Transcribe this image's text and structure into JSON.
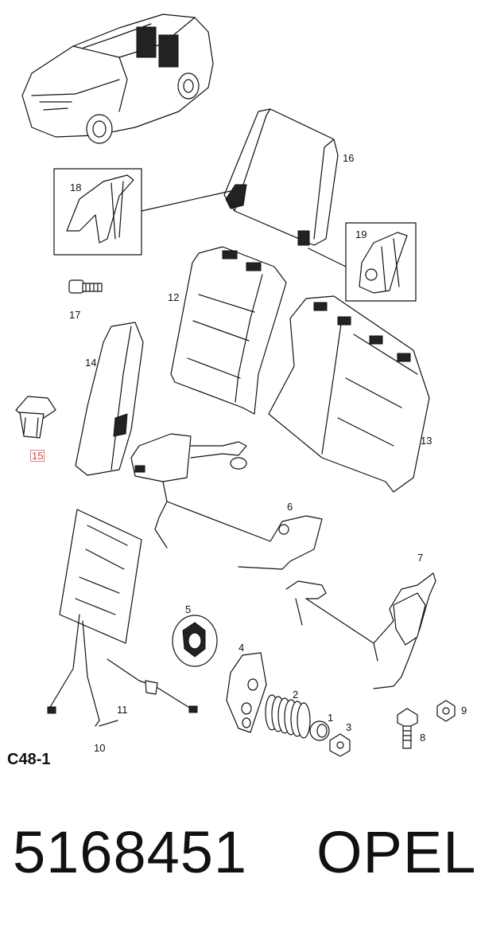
{
  "diagram": {
    "callouts": [
      {
        "id": "1",
        "label": "1"
      },
      {
        "id": "2",
        "label": "2"
      },
      {
        "id": "3",
        "label": "3"
      },
      {
        "id": "4",
        "label": "4"
      },
      {
        "id": "5",
        "label": "5"
      },
      {
        "id": "6",
        "label": "6"
      },
      {
        "id": "7",
        "label": "7"
      },
      {
        "id": "8",
        "label": "8"
      },
      {
        "id": "9",
        "label": "9"
      },
      {
        "id": "10",
        "label": "10"
      },
      {
        "id": "11",
        "label": "11"
      },
      {
        "id": "12",
        "label": "12"
      },
      {
        "id": "13",
        "label": "13"
      },
      {
        "id": "14",
        "label": "14"
      },
      {
        "id": "15",
        "label": "15",
        "highlighted": true
      },
      {
        "id": "16",
        "label": "16"
      },
      {
        "id": "17",
        "label": "17"
      },
      {
        "id": "18",
        "label": "18"
      },
      {
        "id": "19",
        "label": "19"
      }
    ],
    "reference_code": "C48-1",
    "highlight_color": "#d94040"
  },
  "footer": {
    "part_number": "5168451",
    "brand": "OPEL"
  }
}
